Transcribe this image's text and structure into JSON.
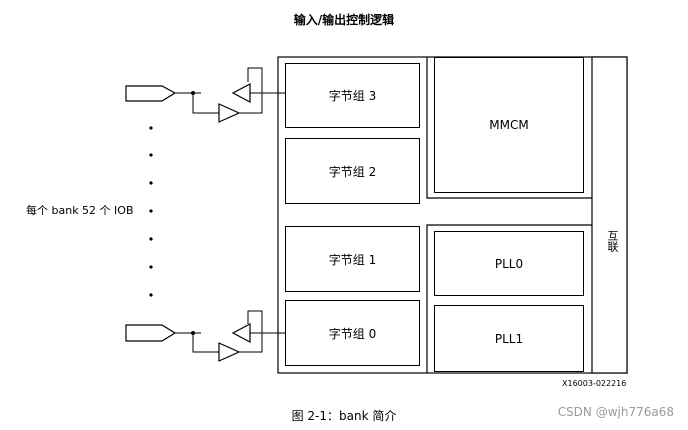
{
  "title": "输入/输出控制逻辑",
  "byte_groups": [
    "字节组 3",
    "字节组 2",
    "字节组 1",
    "字节组 0"
  ],
  "clock_blocks": {
    "mmcm": "MMCM",
    "pll0": "PLL0",
    "pll1": "PLL1"
  },
  "interconnect": "互联",
  "iob_label": "每个 bank 52 个 IOB",
  "figure_id": "X16003-022216",
  "caption": "图 2-1：bank 简介",
  "watermark": "CSDN @wjh776a68"
}
